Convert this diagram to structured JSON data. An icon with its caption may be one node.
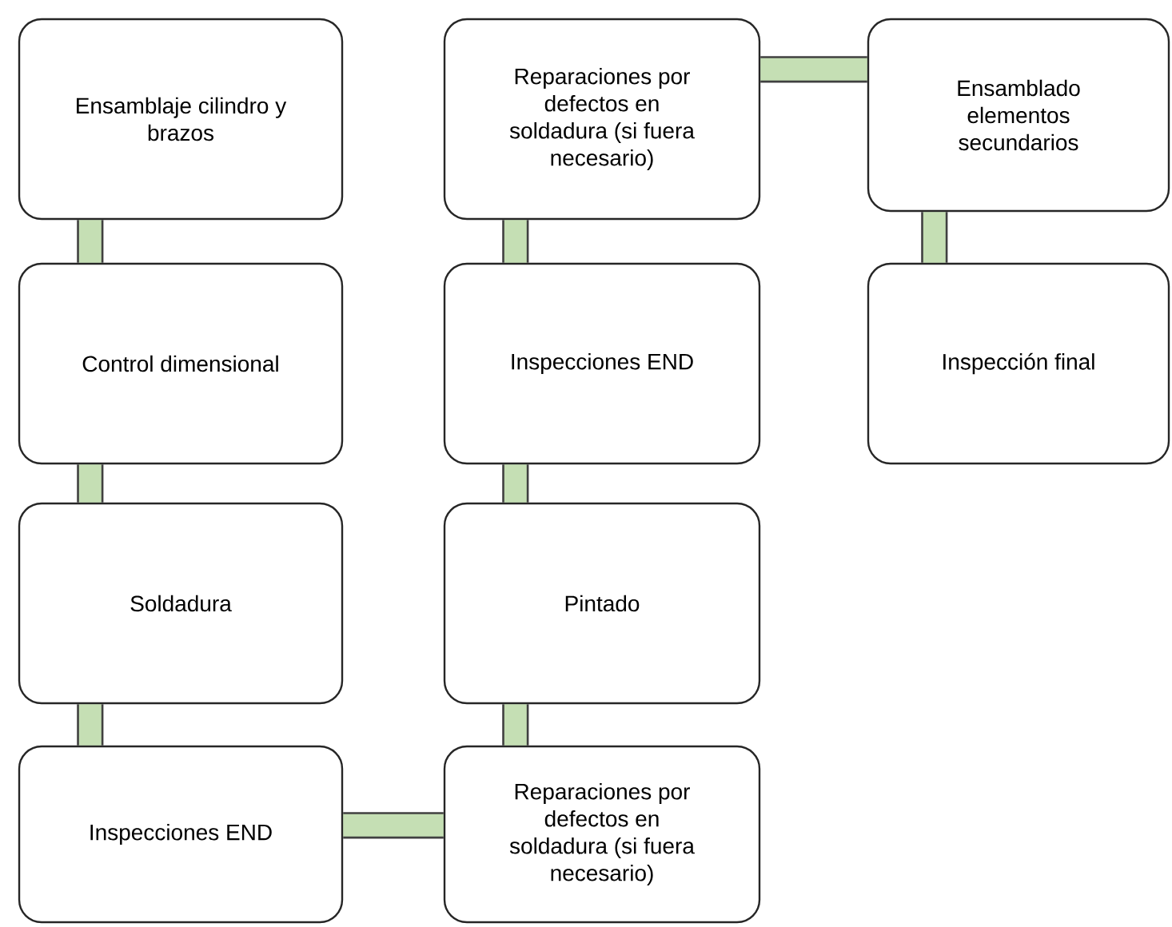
{
  "diagram": {
    "nodes": [
      {
        "text": [
          "Ensamblaje cilindro y brazos"
        ]
      },
      {
        "text": [
          "Control dimensional"
        ]
      },
      {
        "text": [
          "Soldadura"
        ]
      },
      {
        "text": [
          "Inspecciones END"
        ]
      },
      {
        "text": [
          "Reparaciones por defectos en soldadura (si fuera necesario)"
        ]
      },
      {
        "text": [
          "Pintado"
        ]
      },
      {
        "text": [
          "Inspecciones END"
        ]
      },
      {
        "text": [
          "Reparaciones por defectos en soldadura (si fuera necesario)"
        ]
      },
      {
        "text": [
          "Ensamblado elementos secundarios"
        ]
      },
      {
        "text": [
          "Inspección final"
        ]
      }
    ],
    "edges": [
      {
        "from": 0,
        "to": 1,
        "arrow": "none"
      },
      {
        "from": 1,
        "to": 2,
        "arrow": "none"
      },
      {
        "from": 2,
        "to": 3,
        "arrow": "none"
      },
      {
        "from": 3,
        "to": 4,
        "arrow": "none"
      },
      {
        "from": 4,
        "to": 5,
        "arrow": "none"
      },
      {
        "from": 5,
        "to": 6,
        "arrow": "none"
      },
      {
        "from": 6,
        "to": 7,
        "arrow": "none"
      },
      {
        "from": 7,
        "to": 8,
        "arrow": "none"
      },
      {
        "from": 8,
        "to": 9,
        "arrow": "none"
      }
    ]
  }
}
